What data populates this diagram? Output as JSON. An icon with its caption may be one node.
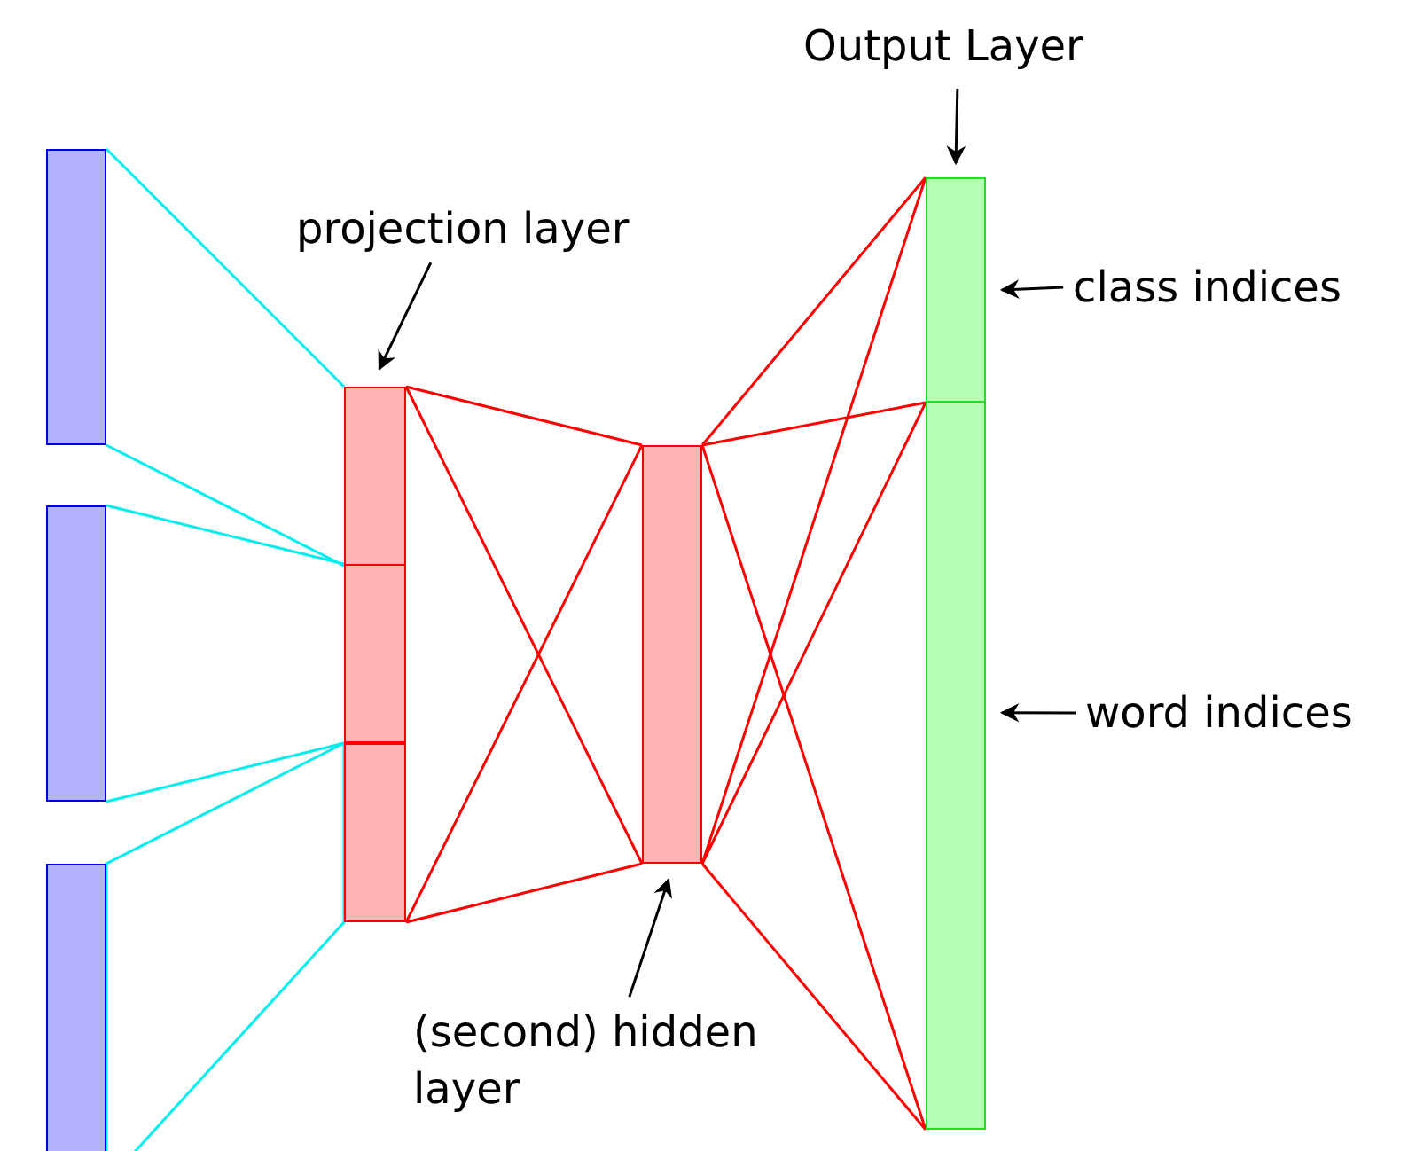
{
  "diagram": {
    "nodes": [
      {
        "text": [],
        "shape": "bar"
      },
      {
        "text": [],
        "shape": "bar"
      },
      {
        "text": [],
        "shape": "bar"
      },
      {
        "text": [],
        "shape": "bar"
      },
      {
        "text": [],
        "shape": "bar"
      },
      {
        "text": [],
        "shape": "bar"
      },
      {
        "text": [],
        "shape": "bar"
      },
      {
        "text": [],
        "shape": "bar"
      },
      {
        "text": [],
        "shape": "bar"
      },
      {
        "text": [
          "projection layer"
        ]
      },
      {
        "text": [
          "(second) hidden layer"
        ]
      },
      {
        "text": [
          "Output Layer"
        ]
      },
      {
        "text": [
          "class indices"
        ]
      },
      {
        "text": [
          "word indices"
        ]
      }
    ],
    "edges": [
      {
        "from": 0,
        "to": 3,
        "arrow": "none",
        "color": "#00eeee"
      },
      {
        "from": 1,
        "to": 4,
        "arrow": "none",
        "color": "#00eeee"
      },
      {
        "from": 2,
        "to": 5,
        "arrow": "none",
        "color": "#00eeee"
      },
      {
        "from": 3,
        "to": 6,
        "arrow": "none",
        "color": "#ff0000"
      },
      {
        "from": 5,
        "to": 6,
        "arrow": "none",
        "color": "#ff0000"
      },
      {
        "from": 6,
        "to": 7,
        "arrow": "none",
        "color": "#ff0000"
      },
      {
        "from": 6,
        "to": 8,
        "arrow": "none",
        "color": "#ff0000"
      },
      {
        "from": 9,
        "to": 3,
        "arrow": "to"
      },
      {
        "from": 10,
        "to": 6,
        "arrow": "to"
      },
      {
        "from": 11,
        "to": 7,
        "arrow": "to"
      },
      {
        "from": 12,
        "to": 7,
        "arrow": "to"
      },
      {
        "from": 13,
        "to": 8,
        "arrow": "to"
      }
    ]
  }
}
